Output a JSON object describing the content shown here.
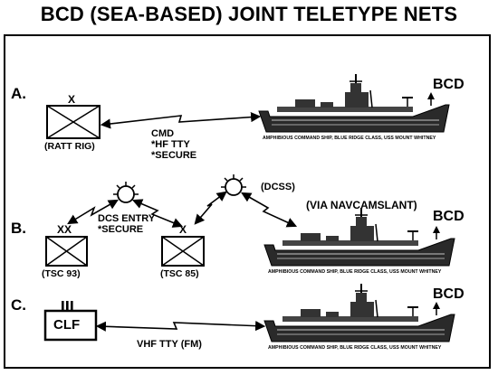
{
  "title": "BCD (SEA-BASED) JOINT TELETYPE NETS",
  "sections": [
    {
      "letter": "A.",
      "unit_marking": "X",
      "unit_label": "(RATT RIG)",
      "link_label": [
        "CMD",
        "*HF TTY",
        "*SECURE"
      ],
      "ship_label": "BCD",
      "ship_caption": "AMPHIBIOUS COMMAND SHIP, BLUE RIDGE CLASS, USS MOUNT WHITNEY"
    },
    {
      "letter": "B.",
      "units": [
        {
          "marking": "XX",
          "label": "(TSC 93)"
        },
        {
          "marking": "X",
          "label": "(TSC 85)"
        }
      ],
      "link_label": [
        "DCS ENTRY",
        "*SECURE"
      ],
      "dcss_label": "(DCSS)",
      "via_label": "(VIA NAVCAMSLANT)",
      "ship_label": "BCD",
      "ship_caption": "AMPHIBIOUS COMMAND SHIP, BLUE RIDGE CLASS, USS MOUNT WHITNEY"
    },
    {
      "letter": "C.",
      "unit_marking": "III",
      "unit_text": "CLF",
      "link_label": "VHF TTY (FM)",
      "ship_label": "BCD",
      "ship_caption": "AMPHIBIOUS COMMAND SHIP, BLUE RIDGE CLASS, USS MOUNT WHITNEY"
    }
  ],
  "colors": {
    "ink": "#000000",
    "hull": "#2a2a2a",
    "paper": "#ffffff"
  }
}
